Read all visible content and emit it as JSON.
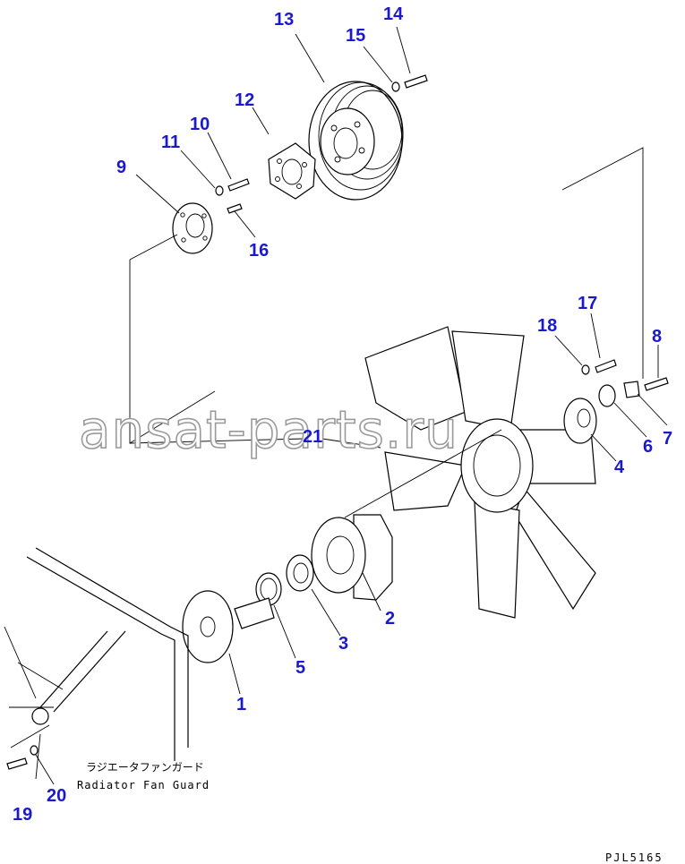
{
  "parts": {
    "p1": "1",
    "p2": "2",
    "p3": "3",
    "p4": "4",
    "p5": "5",
    "p6": "6",
    "p7": "7",
    "p8": "8",
    "p9": "9",
    "p10": "10",
    "p11": "11",
    "p12": "12",
    "p13": "13",
    "p14": "14",
    "p15": "15",
    "p16": "16",
    "p17": "17",
    "p18": "18",
    "p19": "19",
    "p20": "20",
    "p21": "21"
  },
  "guard_label_jp": "ラジエータファンガード",
  "guard_label_en": "Radiator Fan Guard",
  "drawing_code": "PJL5165",
  "watermark": "ansat-parts.ru",
  "label_color": "#1a1acc"
}
